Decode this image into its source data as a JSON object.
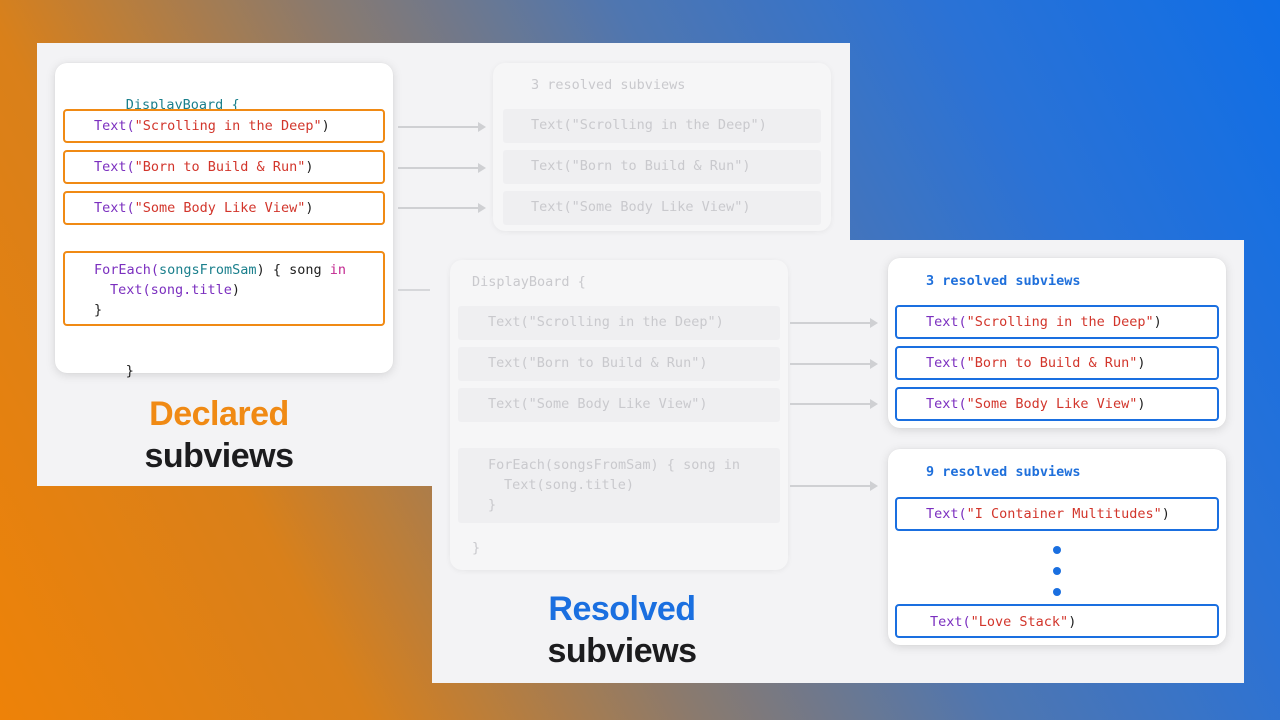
{
  "declared": {
    "header": "DisplayBoard {",
    "footer": "}",
    "texts": [
      {
        "fn": "Text(",
        "str": "\"Scrolling in the Deep\"",
        "end": ")"
      },
      {
        "fn": "Text(",
        "str": "\"Born to Build & Run\"",
        "end": ")"
      },
      {
        "fn": "Text(",
        "str": "\"Some Body Like View\"",
        "end": ")"
      }
    ],
    "foreach": {
      "fn": "ForEach(",
      "arg": "songsFromSam",
      "rest": ") { song ",
      "kw": "in",
      "line2a": "Text(song.",
      "line2b": "title",
      "line2c": ")",
      "close": "}"
    },
    "caption_accent": "Declared",
    "caption_rest": "subviews"
  },
  "resolved_ghost": {
    "header": "3 resolved subviews",
    "texts": [
      "Text(\"Scrolling in the Deep\")",
      "Text(\"Born to Build & Run\")",
      "Text(\"Some Body Like View\")"
    ]
  },
  "declared_ghost": {
    "header": "DisplayBoard {",
    "texts": [
      "Text(\"Scrolling in the Deep\")",
      "Text(\"Born to Build & Run\")",
      "Text(\"Some Body Like View\")"
    ],
    "foreach_l1": "ForEach(songsFromSam) { song in",
    "foreach_l2": "Text(song.title)",
    "foreach_l3": "}",
    "footer": "}"
  },
  "resolved": {
    "group1": {
      "count": "3",
      "label": "resolved subviews",
      "texts": [
        {
          "fn": "Text(",
          "str": "\"Scrolling in the Deep\"",
          "end": ")"
        },
        {
          "fn": "Text(",
          "str": "\"Born to Build & Run\"",
          "end": ")"
        },
        {
          "fn": "Text(",
          "str": "\"Some Body Like View\"",
          "end": ")"
        }
      ]
    },
    "group2": {
      "count": "9",
      "label": "resolved subviews",
      "first": {
        "fn": "Text(",
        "str": "\"I Container Multitudes\"",
        "end": ")"
      },
      "last": {
        "fn": "Text(",
        "str": "\"Love Stack\"",
        "end": ")"
      }
    },
    "caption_accent": "Resolved",
    "caption_rest": "subviews"
  },
  "colors": {
    "declared_accent": "#f08a14",
    "resolved_accent": "#1a6fe0"
  }
}
